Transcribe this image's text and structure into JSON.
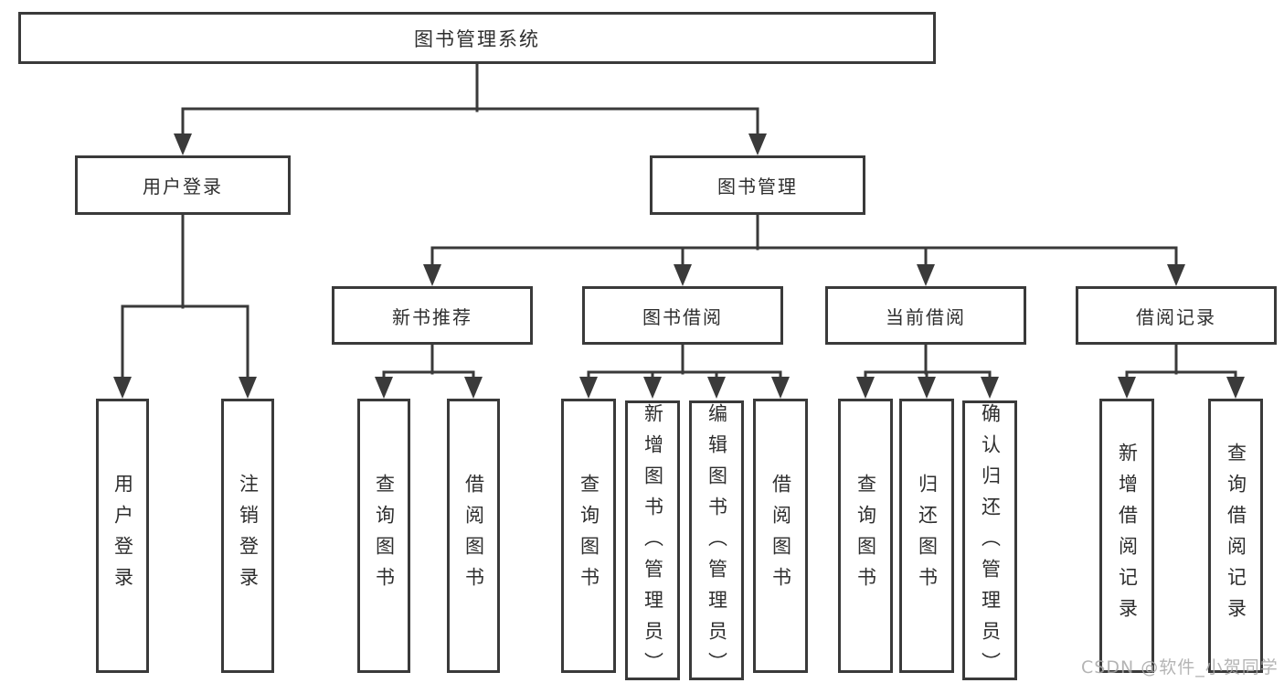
{
  "diagram": {
    "root": {
      "label": "图书管理系统"
    },
    "level2": [
      {
        "label": "用户登录"
      },
      {
        "label": "图书管理"
      }
    ],
    "level3": [
      {
        "label": "新书推荐"
      },
      {
        "label": "图书借阅"
      },
      {
        "label": "当前借阅"
      },
      {
        "label": "借阅记录"
      }
    ],
    "leaves": {
      "user_login": [
        "用户登录",
        "注销登录"
      ],
      "new_book_recommend": [
        "查询图书",
        "借阅图书"
      ],
      "book_borrow": [
        "查询图书",
        "新增图书（管理员）",
        "编辑图书（管理员）",
        "借阅图书"
      ],
      "current_borrow": [
        "查询图书",
        "归还图书",
        "确认归还（管理员）"
      ],
      "borrow_records": [
        "新增借阅记录",
        "查询借阅记录"
      ]
    }
  },
  "watermark": {
    "text": "CSDN @软件_小贺同学"
  },
  "colors": {
    "line": "#3a3a3a",
    "text": "#2e2e2e",
    "background": "#ffffff",
    "watermark": "#a8a8a8"
  }
}
